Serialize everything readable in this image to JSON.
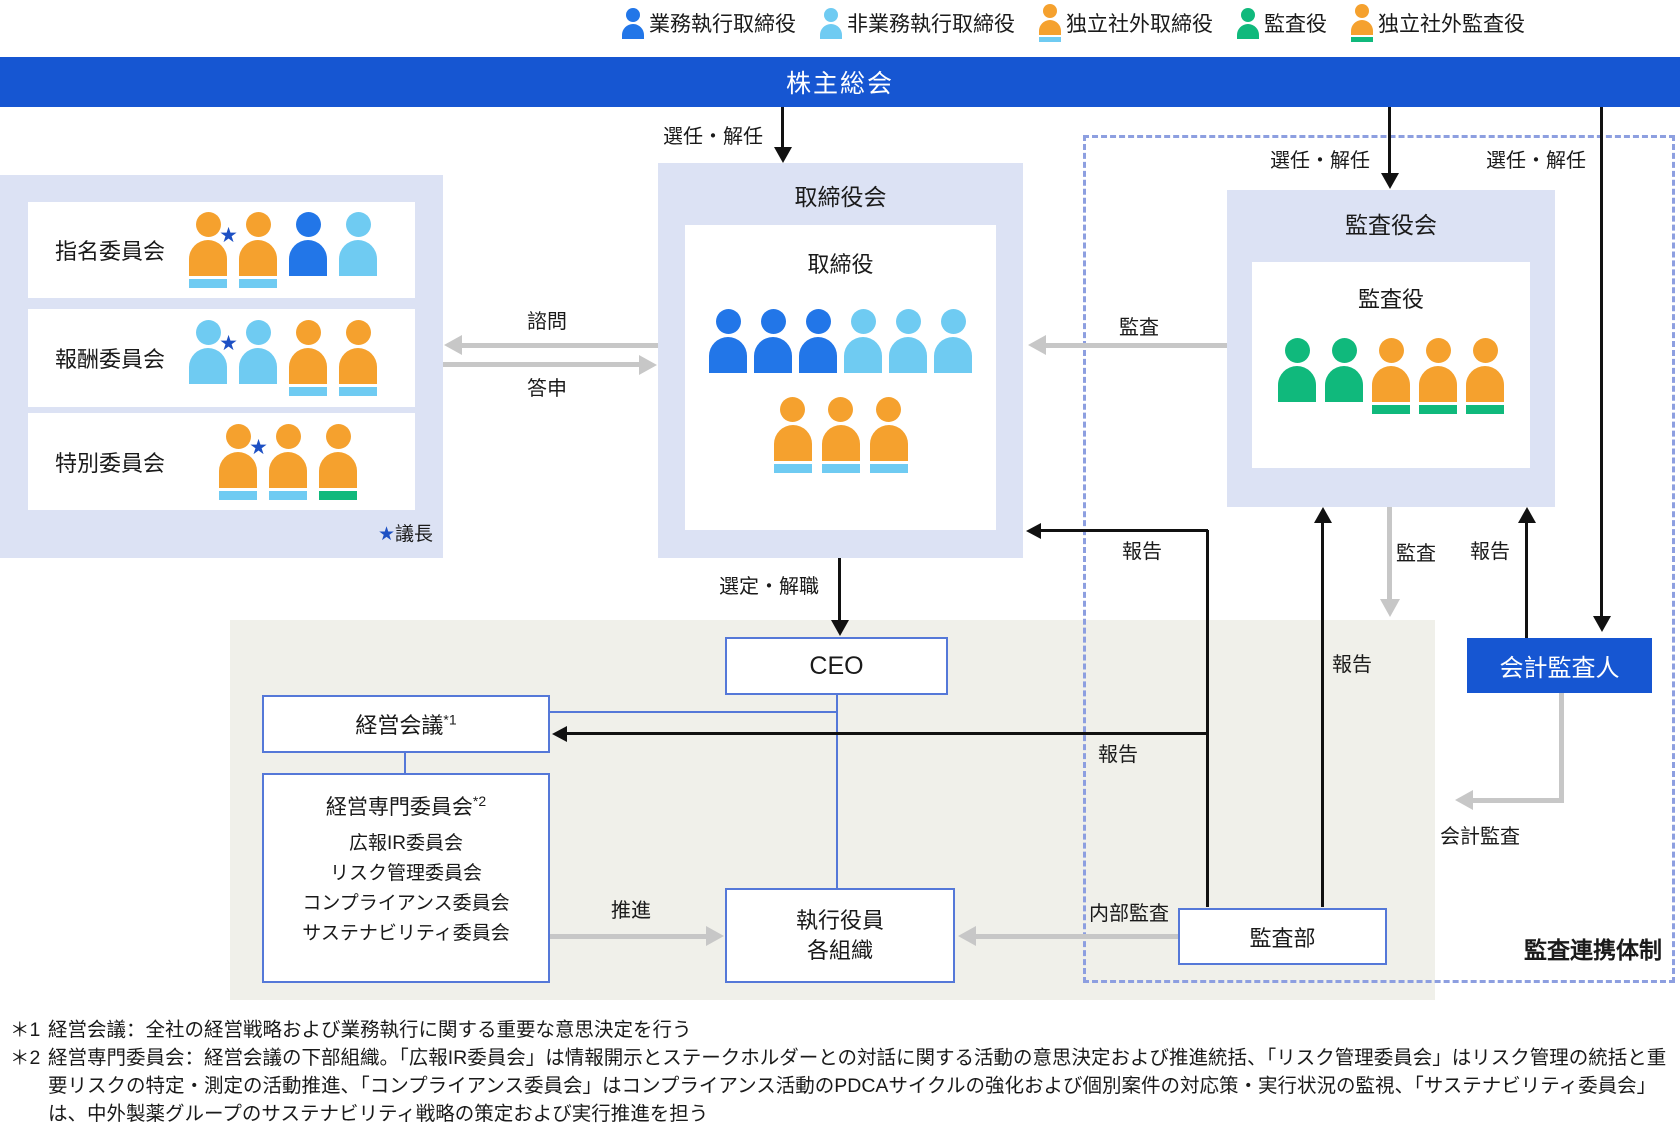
{
  "colors": {
    "exec_blue": "#2276e8",
    "nonexec_lightblue": "#6fcbf2",
    "outside_orange": "#f5a12e",
    "auditor_green": "#10b97c",
    "bar_blue": "#1656d2",
    "panel_lavender": "#dce2f4",
    "exec_area_gray": "#f0f0ea",
    "arrow_gray": "#c7c7c7",
    "dashed_border": "#8d9fe0",
    "box_border_blue": "#5578d8",
    "star_blue": "#1d50c4"
  },
  "legend": {
    "items": [
      {
        "label": "業務執行取締役",
        "type": "exec"
      },
      {
        "label": "非業務執行取締役",
        "type": "nonexec"
      },
      {
        "label": "独立社外取締役",
        "type": "outside"
      },
      {
        "label": "監査役",
        "type": "auditor"
      },
      {
        "label": "独立社外監査役",
        "type": "outside_auditor"
      }
    ]
  },
  "top_bar": {
    "title": "株主総会"
  },
  "committees": {
    "items": [
      {
        "name": "指名委員会",
        "members": [
          {
            "type": "outside",
            "star": true
          },
          {
            "type": "outside"
          },
          {
            "type": "exec"
          },
          {
            "type": "nonexec"
          }
        ]
      },
      {
        "name": "報酬委員会",
        "members": [
          {
            "type": "nonexec",
            "star": true
          },
          {
            "type": "nonexec"
          },
          {
            "type": "outside"
          },
          {
            "type": "outside"
          }
        ]
      },
      {
        "name": "特別委員会",
        "members": [
          {
            "type": "outside",
            "star": true
          },
          {
            "type": "outside"
          },
          {
            "type": "outside_auditor"
          }
        ]
      }
    ],
    "chair_note": {
      "star": "★",
      "label": "議長"
    }
  },
  "board": {
    "title": "取締役会",
    "inner_title": "取締役",
    "row1": [
      {
        "type": "exec"
      },
      {
        "type": "exec"
      },
      {
        "type": "exec"
      },
      {
        "type": "nonexec"
      },
      {
        "type": "nonexec"
      },
      {
        "type": "nonexec"
      }
    ],
    "row2": [
      {
        "type": "outside"
      },
      {
        "type": "outside"
      },
      {
        "type": "outside"
      }
    ]
  },
  "audit_board": {
    "title": "監査役会",
    "inner_title": "監査役",
    "row": [
      {
        "type": "auditor"
      },
      {
        "type": "auditor"
      },
      {
        "type": "outside_auditor"
      },
      {
        "type": "outside_auditor"
      },
      {
        "type": "outside_auditor"
      }
    ]
  },
  "exec_section": {
    "ceo": "CEO",
    "mgmt_meeting": {
      "name": "経営会議",
      "sup": "*1"
    },
    "mgmt_committees": {
      "name": "経営専門委員会",
      "sup": "*2",
      "items": [
        "広報IR委員会",
        "リスク管理委員会",
        "コンプライアンス委員会",
        "サステナビリティ委員会"
      ]
    },
    "exec_org": {
      "line1": "執行役員",
      "line2": "各組織"
    },
    "audit_dept": "監査部"
  },
  "accounting_auditor": "会計監査人",
  "audit_coop_label": "監査連携体制",
  "edge_labels": {
    "appoint": "選任・解任",
    "consult": "諮問",
    "report_back": "答申",
    "audit": "監査",
    "report": "報告",
    "select_dismiss": "選定・解職",
    "promote": "推進",
    "internal_audit": "内部監査",
    "accounting_audit": "会計監査"
  },
  "footnotes": [
    {
      "marker": "＊1",
      "text": "経営会議：全社の経営戦略および業務執行に関する重要な意思決定を行う"
    },
    {
      "marker": "＊2",
      "text": "経営専門委員会：経営会議の下部組織。「広報IR委員会」は情報開示とステークホルダーとの対話に関する活動の意思決定および推進統括、「リスク管理委員会」はリスク管理の統括と重要リスクの特定・測定の活動推進、「コンプライアンス委員会」はコンプライアンス活動のPDCAサイクルの強化および個別案件の対応策・実行状況の監視、「サステナビリティ委員会」は、中外製薬グループのサステナビリティ戦略の策定および実行推進を担う"
    }
  ]
}
